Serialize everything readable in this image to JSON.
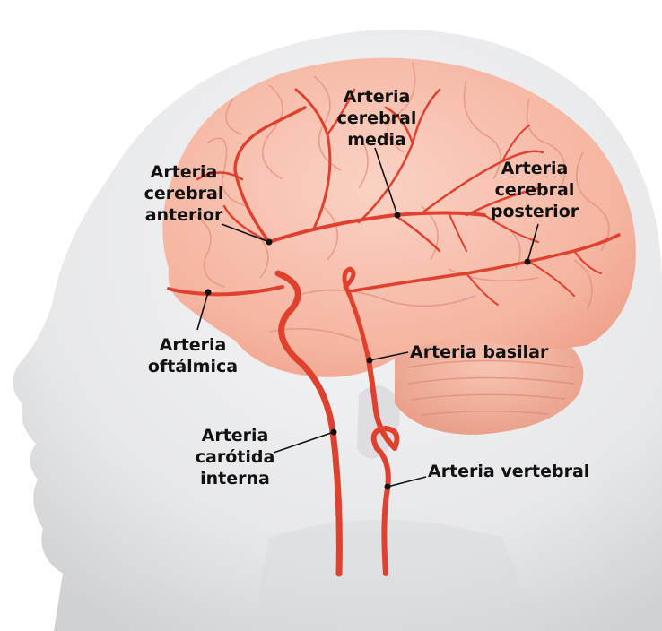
{
  "labels": {
    "anterior": [
      "Arteria",
      "cerebral",
      "anterior"
    ],
    "media": [
      "Arteria",
      "cerebral",
      "media"
    ],
    "posterior": [
      "Arteria",
      "cerebral",
      "posterior"
    ],
    "oftalmica": [
      "Arteria",
      "oftálmica"
    ],
    "basilar": [
      "Arteria basilar"
    ],
    "carotida": [
      "Arteria",
      "carótida",
      "interna"
    ],
    "vertebral": [
      "Arteria vertebral"
    ]
  },
  "colors": {
    "head": "#e9eaec",
    "brain": "#f6b8a6",
    "cerebellum": "#f2b09c",
    "artery": "#e0412f",
    "label": "#111111"
  }
}
